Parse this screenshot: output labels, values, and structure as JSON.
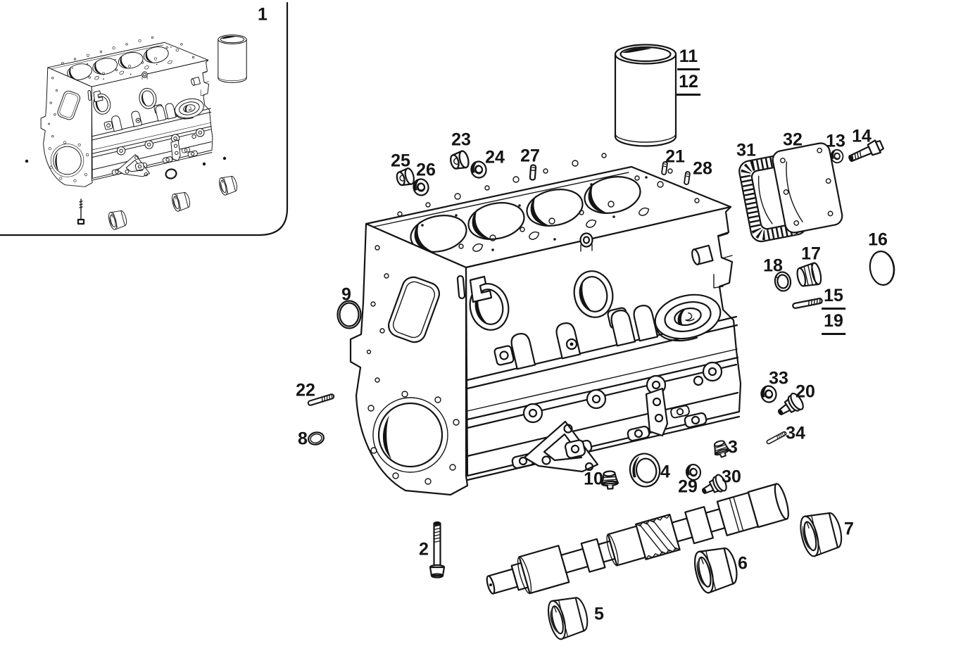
{
  "figure": {
    "type": "exploded-parts-diagram",
    "background": "#ffffff",
    "line_color": "#141414"
  },
  "callouts": [
    {
      "num": "1",
      "part": "short-block-assembly-inset"
    },
    {
      "num": "2",
      "part": "bolt"
    },
    {
      "num": "3",
      "part": "screw-plug"
    },
    {
      "num": "4",
      "part": "seal-ring"
    },
    {
      "num": "5",
      "part": "camshaft-bushing"
    },
    {
      "num": "6",
      "part": "camshaft-bushing"
    },
    {
      "num": "7",
      "part": "camshaft-bushing"
    },
    {
      "num": "8",
      "part": "sealing-cap"
    },
    {
      "num": "9",
      "part": "o-ring"
    },
    {
      "num": "10",
      "part": "screw-plug"
    },
    {
      "num": "11",
      "part": "cylinder-liner"
    },
    {
      "num": "12",
      "part": "cylinder-liner"
    },
    {
      "num": "13",
      "part": "seal-ring"
    },
    {
      "num": "14",
      "part": "screw"
    },
    {
      "num": "15",
      "part": "stud"
    },
    {
      "num": "16",
      "part": "core-plug"
    },
    {
      "num": "17",
      "part": "screw-plug"
    },
    {
      "num": "18",
      "part": "seal-ring"
    },
    {
      "num": "19",
      "part": "stud"
    },
    {
      "num": "20",
      "part": "screw-plug"
    },
    {
      "num": "21",
      "part": "dowel-pin"
    },
    {
      "num": "22",
      "part": "stud"
    },
    {
      "num": "23",
      "part": "screw-plug"
    },
    {
      "num": "24",
      "part": "seal-ring"
    },
    {
      "num": "25",
      "part": "screw-plug"
    },
    {
      "num": "26",
      "part": "seal-ring"
    },
    {
      "num": "27",
      "part": "dowel-pin"
    },
    {
      "num": "28",
      "part": "dowel-pin"
    },
    {
      "num": "29",
      "part": "seal-ring"
    },
    {
      "num": "30",
      "part": "screw-plug"
    },
    {
      "num": "31",
      "part": "gasket"
    },
    {
      "num": "32",
      "part": "cover-plate"
    },
    {
      "num": "33",
      "part": "seal-ring"
    },
    {
      "num": "34",
      "part": "screw-plug"
    }
  ]
}
